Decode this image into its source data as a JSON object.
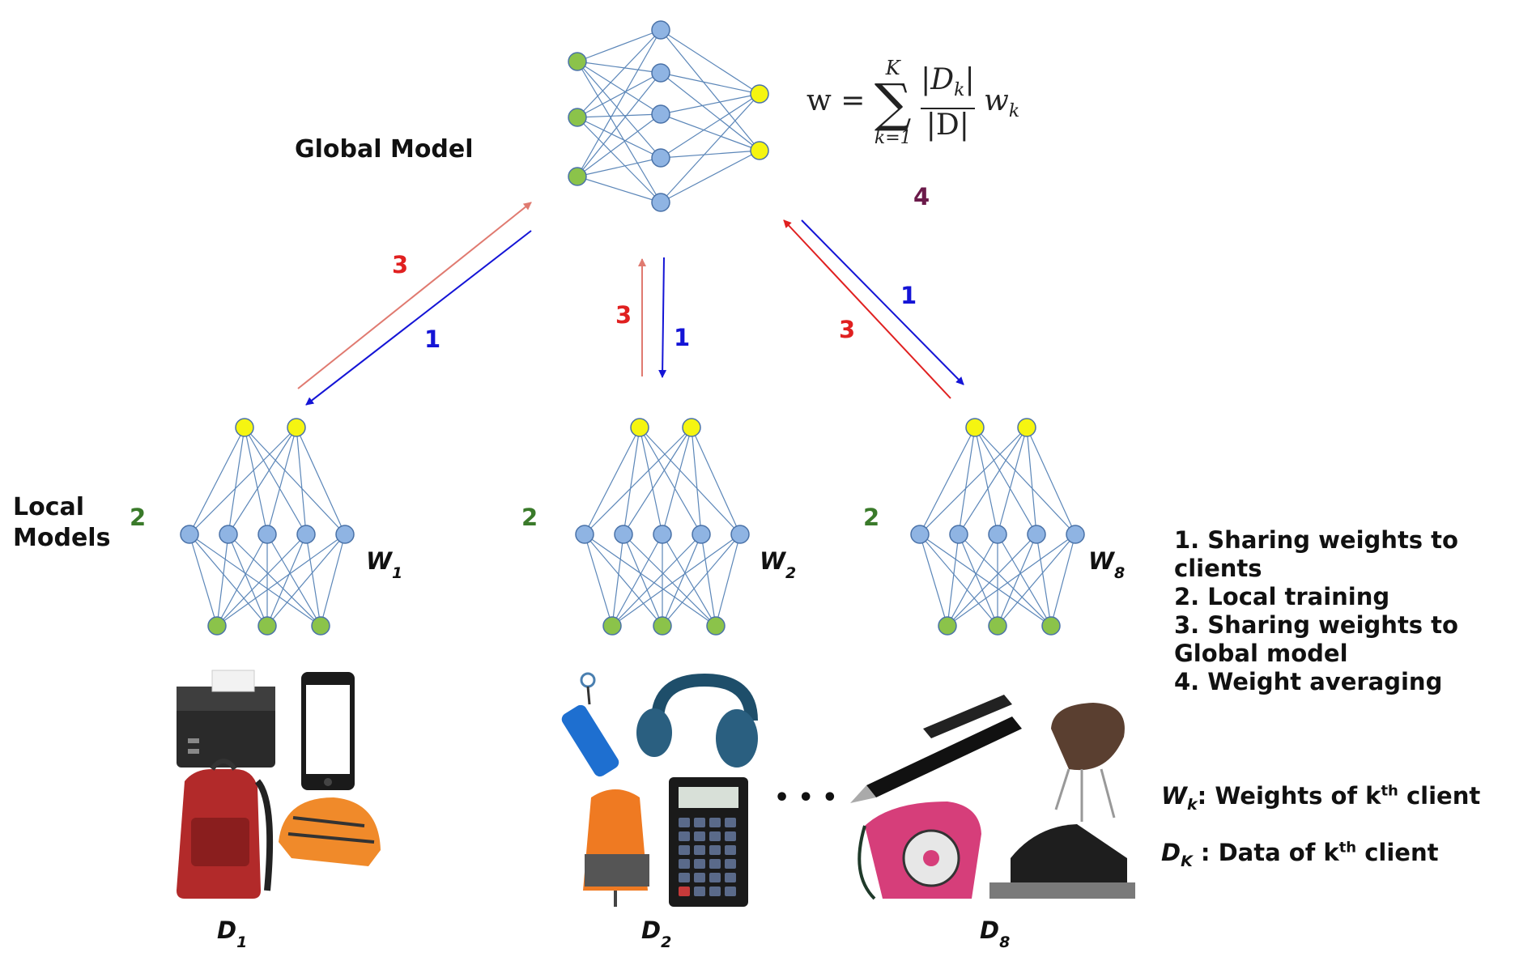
{
  "labels": {
    "global_model": "Global Model",
    "local_models_line1": "Local",
    "local_models_line2": "Models",
    "ellipsis": "• • •"
  },
  "formula": {
    "lhs": "w =",
    "sum_top": "K",
    "sum_symbol": "∑",
    "sum_bottom": "k=1",
    "numerator": "|D",
    "numerator_sub": "k",
    "numerator_end": "|",
    "denominator": "|D|",
    "tail": "w",
    "tail_sub": "k"
  },
  "steps": {
    "left_up": "3",
    "left_down": "1",
    "mid_up": "3",
    "mid_down": "1",
    "right_up": "3",
    "right_down": "1",
    "aggregate": "4",
    "local_train_1": "2",
    "local_train_2": "2",
    "local_train_3": "2"
  },
  "clients": [
    {
      "weight": "W",
      "weight_sub": "1",
      "data": "D",
      "data_sub": "1"
    },
    {
      "weight": "W",
      "weight_sub": "2",
      "data": "D",
      "data_sub": "2"
    },
    {
      "weight": "W",
      "weight_sub": "8",
      "data": "D",
      "data_sub": "8"
    }
  ],
  "legend": [
    "1. Sharing weights to clients",
    "2. Local training",
    "3. Sharing weights to Global model",
    "4. Weight averaging"
  ],
  "definitions": {
    "wk_symbol": "W",
    "wk_sub": "k",
    "wk_text": ": Weights of k",
    "wk_sup": "th",
    "wk_end": " client",
    "dk_symbol": "D",
    "dk_sub": "K",
    "dk_text": " : Data of k",
    "dk_sup": "th",
    "dk_end": " client"
  },
  "colors": {
    "input_node": "#8bc34a",
    "hidden_node": "#8fb4e3",
    "output_node": "#f5f511",
    "edge": "#5b86b8",
    "send_arrow": "#1414d6",
    "return_arrow": "#e02020",
    "return_arrow_faded": "#e07a70",
    "step2_color": "#3a7a2a",
    "step4_color": "#6b1a4a"
  },
  "icons": {
    "client1": [
      "printer-icon",
      "smartphone-icon",
      "backpack-icon",
      "bike-helmet-icon"
    ],
    "client2": [
      "water-bottle-icon",
      "headphones-icon",
      "hiking-backpack-icon",
      "calculator-icon"
    ],
    "client3": [
      "fountain-pen-icon",
      "chair-icon",
      "rotary-telephone-icon",
      "hole-punch-icon"
    ]
  }
}
